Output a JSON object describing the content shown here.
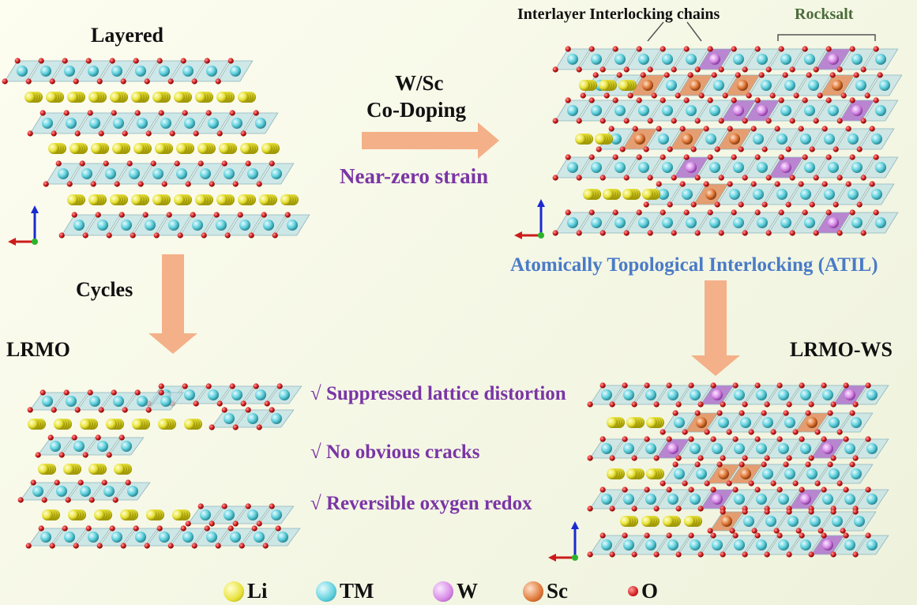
{
  "panels": {
    "layered_title": "Layered",
    "lrmo_title": "LRMO",
    "lrmows_title": "LRMO-WS",
    "interlock_label": "Interlayer Interlocking chains",
    "rocksalt_label": "Rocksalt",
    "atil_label": "Atomically Topological Interlocking (ATIL)"
  },
  "arrows": {
    "doping_line1": "W/Sc",
    "doping_line2": "Co-Doping",
    "strain_label": "Near-zero strain",
    "cycles_label": "Cycles"
  },
  "benefits": [
    "√ Suppressed lattice distortion",
    "√ No obvious cracks",
    "√ Reversible oxygen redox"
  ],
  "legend": [
    {
      "label": "Li",
      "color": "#e8e23a"
    },
    {
      "label": "TM",
      "color": "#5fd0dc"
    },
    {
      "label": "W",
      "color": "#d78ae6"
    },
    {
      "label": "Sc",
      "color": "#e07a3a"
    },
    {
      "label": "O",
      "color": "#d42020"
    }
  ],
  "colors": {
    "arrow": "#f4b088",
    "octahedron": "#bfe0e6",
    "li_ball": "#e8e23a",
    "tm_ball": "#5fd0dc",
    "o_ball": "#cc1b1b",
    "w_octa": "#a055c8",
    "sc_octa": "#dd7840",
    "purple_text": "#7a35a5",
    "blue_text": "#4a7bc7"
  }
}
